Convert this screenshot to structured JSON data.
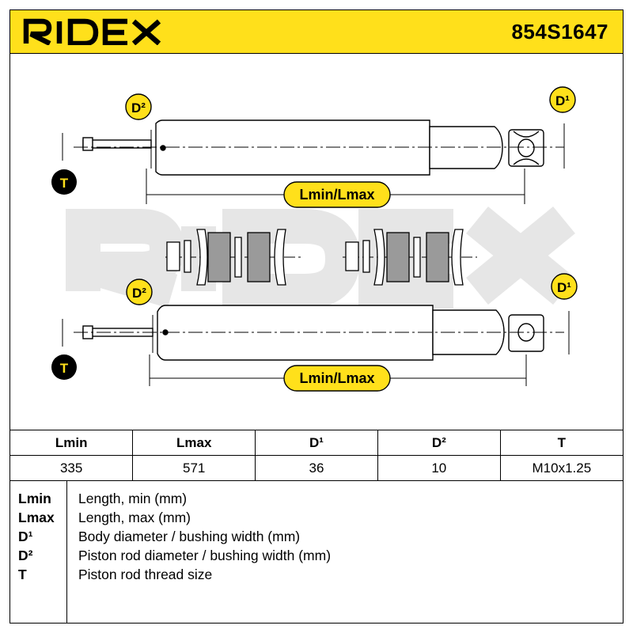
{
  "header": {
    "brand": "RIDEX",
    "part_number": "854S1647"
  },
  "drawing": {
    "watermark": "RIDEX",
    "top_shock": {
      "callouts": {
        "d2": "D²",
        "d1": "D¹",
        "t": "T",
        "length": "Lmin/Lmax"
      }
    },
    "bottom_shock": {
      "callouts": {
        "d2": "D²",
        "d1": "D¹",
        "t": "T",
        "length": "Lmin/Lmax"
      }
    }
  },
  "spec_table": {
    "headers": [
      "Lmin",
      "Lmax",
      "D¹",
      "D²",
      "T"
    ],
    "values": [
      "335",
      "571",
      "36",
      "10",
      "M10x1.25"
    ]
  },
  "legend": [
    {
      "key": "Lmin",
      "desc": "Length, min (mm)"
    },
    {
      "key": "Lmax",
      "desc": "Length, max (mm)"
    },
    {
      "key": "D¹",
      "desc": "Body diameter / bushing width (mm)"
    },
    {
      "key": "D²",
      "desc": "Piston rod diameter / bushing width (mm)"
    },
    {
      "key": "T",
      "desc": "Piston rod thread size"
    }
  ]
}
